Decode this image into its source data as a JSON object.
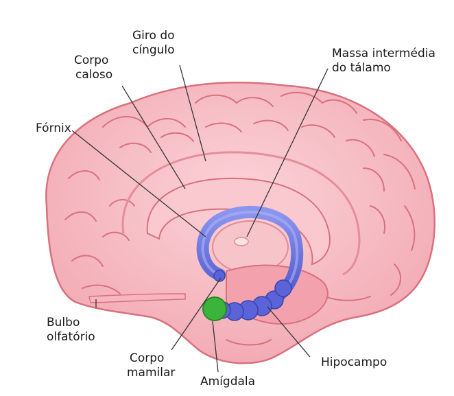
{
  "diagram": {
    "labels": {
      "giro_do_cingulo": [
        "Giro do",
        "cíngulo"
      ],
      "corpo_caloso": [
        "Corpo",
        "caloso"
      ],
      "massa_intermedia": [
        "Massa intermédia",
        "do tálamo"
      ],
      "fornix": "Fórnix",
      "bulbo_olfatorio": [
        "Bulbo",
        "olfatório"
      ],
      "corpo_mamilar": [
        "Corpo",
        "mamilar"
      ],
      "amigdala": "Amígdala",
      "hipocampo": "Hipocampo"
    },
    "colors": {
      "cortex_fill": "#f6b7bf",
      "cortex_stroke": "#d9707d",
      "fornix_blue": "#5a64d8",
      "fornix_light": "#8c95ee",
      "amigdala_green": "#3cb43c",
      "leader_line": "#333333"
    }
  }
}
